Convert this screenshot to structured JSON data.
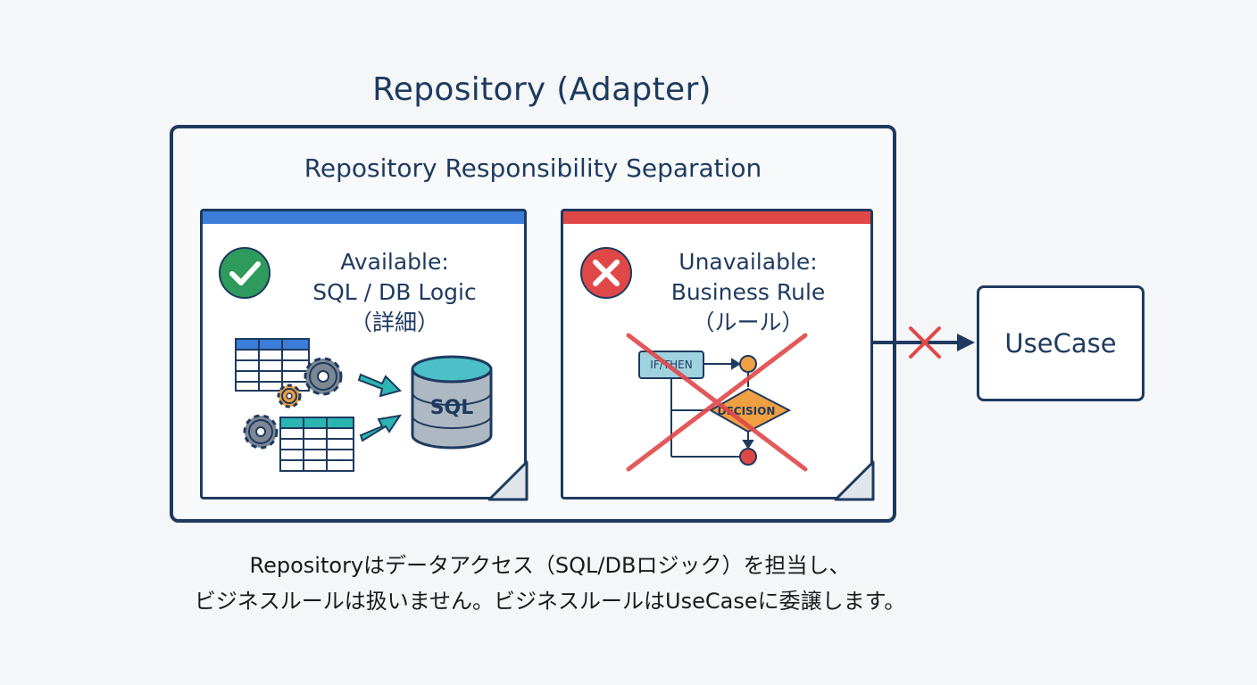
{
  "diagram": {
    "title": "Repository (Adapter)",
    "subtitle": "Repository Responsibility Separation",
    "available_card": {
      "line1": "Available:",
      "line2": "SQL / DB Logic",
      "line3": "（詳細）",
      "db_label": "SQL",
      "accent_color": "#3b7dd8",
      "status_icon": "check-circle-icon"
    },
    "unavailable_card": {
      "line1": "Unavailable:",
      "line2": "Business Rule",
      "line3": "（ルール）",
      "flow_box_label": "IF/THEN",
      "decision_label": "DECISION",
      "accent_color": "#e04848",
      "status_icon": "x-circle-icon"
    },
    "usecase_label": "UseCase",
    "caption_line1": "Repositoryはデータアクセス（SQL/DBロジック）を担当し、",
    "caption_line2": "ビジネスルールは扱いません。ビジネスルールはUseCaseに委譲します。"
  }
}
